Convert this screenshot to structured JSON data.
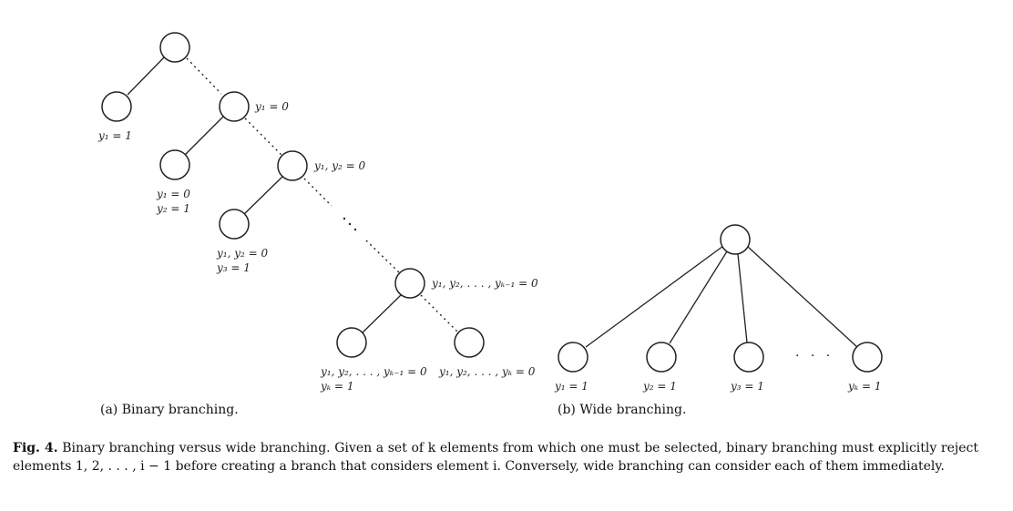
{
  "figure": {
    "binary": {
      "subcaption": "(a) Binary branching.",
      "labels": {
        "root_right": "y₁ = 0",
        "leaf1": "y₁ = 1",
        "n2_right": "y₁, y₂ = 0",
        "leaf2_a": "y₁ = 0",
        "leaf2_b": "y₂ = 1",
        "leaf3_a": "y₁, y₂ = 0",
        "leaf3_b": "y₃ = 1",
        "nk_right": "y₁, y₂, . . . , yₖ₋₁ = 0",
        "leafk_a": "y₁, y₂, . . . , yₖ₋₁ = 0",
        "leafk_b": "yₖ = 1",
        "leaf_last": "y₁, y₂, . . . , yₖ = 0"
      }
    },
    "wide": {
      "subcaption": "(b) Wide branching.",
      "ellipsis": ". . .",
      "labels": [
        "y₁ = 1",
        "y₂ = 1",
        "y₃ = 1",
        "yₖ = 1"
      ]
    }
  },
  "caption": {
    "label": "Fig. 4.",
    "text": "Binary branching versus wide branching. Given a set of k elements from which one must be selected, binary branching must explicitly reject elements 1, 2, . . . , i − 1 before creating a branch that considers element i. Conversely, wide branching can consider each of them immediately."
  }
}
